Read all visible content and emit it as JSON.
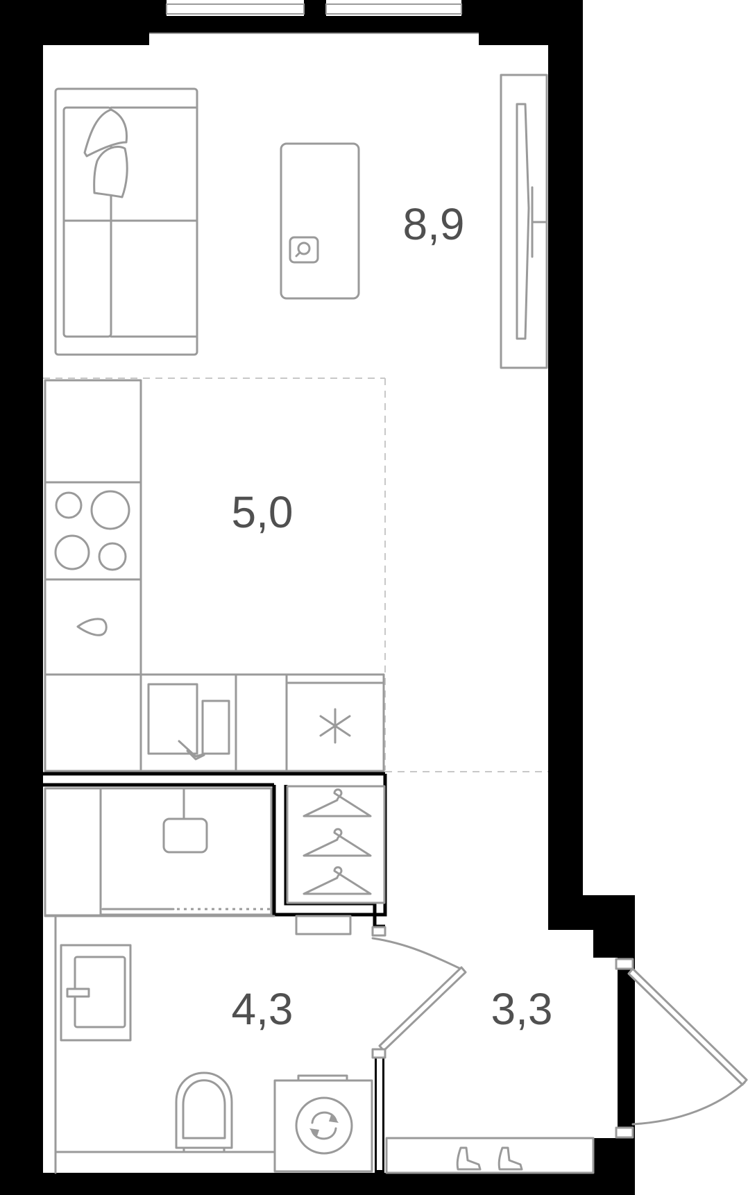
{
  "rooms": [
    {
      "name": "living-room",
      "area": "8,9"
    },
    {
      "name": "kitchen-zone",
      "area": "5,0"
    },
    {
      "name": "bathroom",
      "area": "4,3"
    },
    {
      "name": "hallway",
      "area": "3,3"
    }
  ],
  "colors": {
    "wall": "#000000",
    "furniture_stroke": "#9a9a9a",
    "zone_divider": "#c8c8c8",
    "label": "#505050",
    "background": "#ffffff"
  },
  "icons": [
    "sofa-icon",
    "coffee-table-icon",
    "tv-stand-icon",
    "stove-icon",
    "hood-icon",
    "sink-icon",
    "fridge-icon",
    "wardrobe-hanger-icon",
    "shower-icon",
    "washbasin-icon",
    "toilet-icon",
    "washing-machine-icon",
    "shoe-rack-icon",
    "door-icon"
  ]
}
